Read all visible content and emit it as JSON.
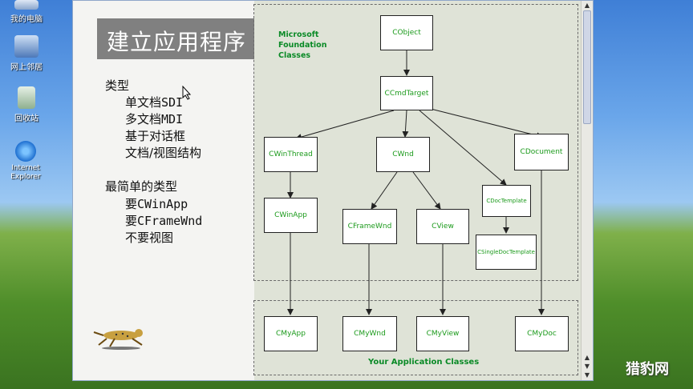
{
  "desktop": {
    "icons": [
      {
        "label": "我的电脑",
        "icon": "computer-icon"
      },
      {
        "label": "网上邻居",
        "icon": "network-icon"
      },
      {
        "label": "回收站",
        "icon": "recycle-bin-icon"
      },
      {
        "label": "Internet Explorer",
        "icon": "ie-icon"
      }
    ],
    "watermark": "猎豹网"
  },
  "slide": {
    "title": "建立应用程序",
    "lines": [
      "类型",
      "单文档SDI",
      "多文档MDI",
      "基于对话框",
      "文档/视图结构",
      "最简单的类型",
      "要CWinApp",
      "要CFrameWnd",
      "不要视图"
    ],
    "mfc_label": "Microsoft\nFoundation\nClasses",
    "app_label": "Your Application Classes",
    "classes": {
      "cobject": "CObject",
      "ccmdtarget": "CCmdTarget",
      "cwinthread": "CWinThread",
      "cwnd": "CWnd",
      "cdocument": "CDocument",
      "cwinapp": "CWinApp",
      "cframewnd": "CFrameWnd",
      "cview": "CView",
      "cdoctemplate": "CDocTemplate",
      "csingledoctemplate": "CSingleDocTemplate",
      "cmyapp": "CMyApp",
      "cmywnd": "CMyWnd",
      "cmyview": "CMyView",
      "cmydoc": "CMyDoc"
    }
  }
}
